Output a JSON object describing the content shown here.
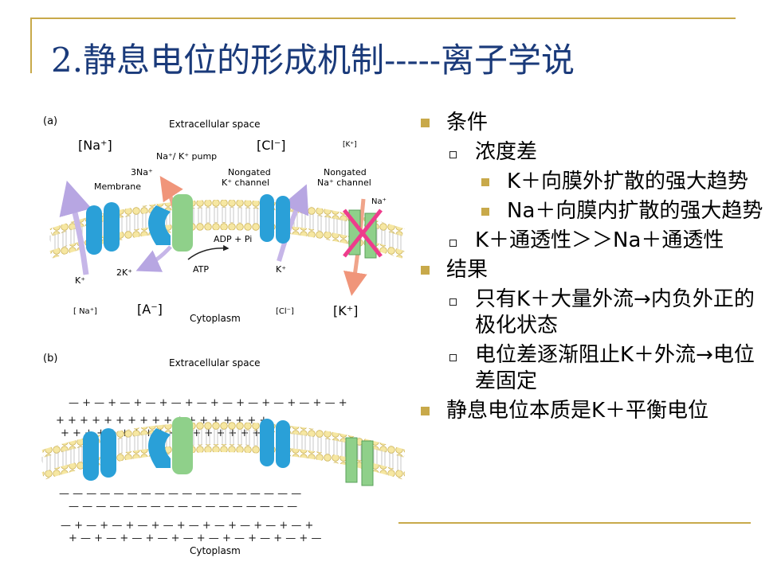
{
  "title": "2.静息电位的形成机制-----离子学说",
  "colors": {
    "accent": "#c8a94a",
    "title": "#1a3a7a",
    "blue": "#2aa0d8",
    "green": "#8fd08a",
    "purple": "#c6b6e8",
    "salmon": "#f0a48a",
    "cross": "#ee3c8c"
  },
  "figure": {
    "panel_a": {
      "label": "(a)",
      "extracellular": "Extracellular space",
      "na_out": "[Na⁺]",
      "cl_out": "[Cl⁻]",
      "k_out": "[K⁺]",
      "pump": "Na⁺/ K⁺ pump",
      "three_na": "3Na⁺",
      "membrane": "Membrane",
      "k_channel_1": "Nongated",
      "k_channel_2": "K⁺ channel",
      "na_channel_1": "Nongated",
      "na_channel_2": "Na⁺ channel",
      "na_ion": "Na⁺",
      "adp": "ADP + Pi",
      "atp": "ATP",
      "two_k": "2K⁺",
      "k_left": "K⁺",
      "k_mid": "K⁺",
      "na_in": "[ Na⁺]",
      "a_in": "[A⁻]",
      "cytoplasm": "Cytoplasm",
      "cl_in": "[Cl⁻]",
      "k_in": "[K⁺]"
    },
    "panel_b": {
      "label": "(b)",
      "extracellular": "Extracellular space",
      "cytoplasm": "Cytoplasm"
    }
  },
  "bullets": [
    {
      "level": 1,
      "text": "条件"
    },
    {
      "level": 2,
      "text": "浓度差"
    },
    {
      "level": 3,
      "text": "K＋向膜外扩散的强大趋势"
    },
    {
      "level": 3,
      "text": "Na＋向膜内扩散的强大趋势"
    },
    {
      "level": 2,
      "text": "K＋通透性＞＞Na＋通透性"
    },
    {
      "level": 1,
      "text": "结果"
    },
    {
      "level": 2,
      "text": "只有K＋大量外流→内负外正的极化状态"
    },
    {
      "level": 2,
      "text": "电位差逐渐阻止K＋外流→电位差固定"
    },
    {
      "level": 1,
      "text": "静息电位本质是K＋平衡电位"
    }
  ]
}
